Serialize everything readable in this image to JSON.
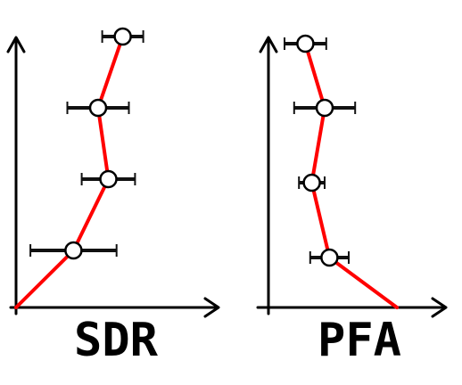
{
  "colors": {
    "curve": "#ff0000",
    "axis": "#000000",
    "marker_fill": "#ffffff",
    "error_bar": "#111111"
  },
  "chart_data": [
    {
      "type": "line",
      "xlabel": "SDR",
      "ylabel": "",
      "title": "",
      "grid": false,
      "xlim": [
        0,
        10
      ],
      "ylim": [
        0,
        4
      ],
      "series": [
        {
          "x": [
            0,
            2.8,
            4.5,
            4.0,
            5.2
          ],
          "y": [
            0,
            0.8,
            1.8,
            2.8,
            3.8
          ],
          "markers": [
            false,
            true,
            true,
            true,
            true
          ],
          "x_err": [
            0,
            2.1,
            1.3,
            1.5,
            1.0
          ]
        }
      ]
    },
    {
      "type": "line",
      "xlabel": "PFA",
      "ylabel": "",
      "title": "",
      "grid": false,
      "xlim": [
        0,
        10
      ],
      "ylim": [
        0,
        4
      ],
      "series": [
        {
          "x": [
            8.0,
            3.8,
            2.7,
            3.5,
            2.3
          ],
          "y": [
            0,
            0.7,
            1.75,
            2.8,
            3.7
          ],
          "markers": [
            false,
            true,
            true,
            true,
            true
          ],
          "x_err": [
            0,
            1.2,
            0.8,
            1.9,
            1.3
          ]
        }
      ]
    }
  ]
}
